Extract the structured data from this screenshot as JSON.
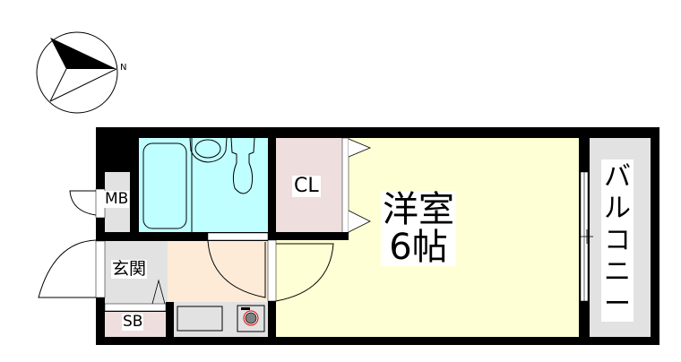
{
  "compass": {
    "north_label": "N",
    "icon": "compass-north-arrow-icon"
  },
  "rooms": {
    "western_room": {
      "label": "洋室",
      "size_label": "6帖",
      "color": "#FFFFD5"
    },
    "closet": {
      "label": "CL",
      "color": "#EEDEDE"
    },
    "entrance": {
      "label": "玄関",
      "color": "#E2E2E2"
    },
    "meter_box": {
      "label": "MB",
      "color": "#E2E2E2"
    },
    "shoe_box": {
      "label": "SB",
      "color": "#EEDEDE"
    },
    "balcony": {
      "label": "バルコニー",
      "chars": [
        "バ",
        "ル",
        "コ",
        "ニ",
        "ー"
      ],
      "color": "#E2E2E2"
    },
    "bathroom": {
      "color": "#C0FFFF"
    },
    "kitchen": {
      "color": "#FDEBD7"
    }
  },
  "colors": {
    "wall": "#000000",
    "stove_ring": "#DD0000",
    "stove_burner": "#808080"
  }
}
